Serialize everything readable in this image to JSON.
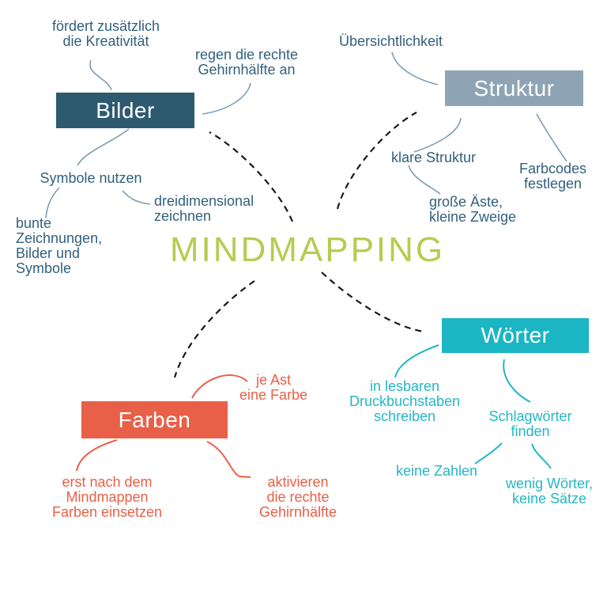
{
  "title": {
    "text": "MINDMAPPING",
    "color": "#b4cd50"
  },
  "arrow_color": "#1a1a1a",
  "branches": {
    "bilder": {
      "label": "Bilder",
      "colors": {
        "box": "#2e5a70",
        "label": "#ffffff",
        "text": "#31607e",
        "line": "#7e9cb1"
      },
      "notes": {
        "kreativitaet": "fördert zusätzlich\ndie Kreativität",
        "gehirnhaelfte": "regen die rechte\nGehirnhälfte an",
        "symbole": "Symbole nutzen",
        "bunte": "bunte\nZeichnungen,\nBilder und\nSymbole",
        "dreidimensional": "dreidimensional\nzeichnen"
      }
    },
    "struktur": {
      "label": "Struktur",
      "colors": {
        "box": "#8ea4b4",
        "label": "#ffffff",
        "text": "#31607e",
        "line": "#7e9cb1"
      },
      "notes": {
        "uebersichtlichkeit": "Übersichtlichkeit",
        "klare_struktur": "klare Struktur",
        "farbcodes": "Farbcodes\nfestlegen",
        "aeste": "große Äste,\nkleine Zweige"
      }
    },
    "farben": {
      "label": "Farben",
      "colors": {
        "box": "#e96048",
        "label": "#ffffff",
        "text": "#e96048",
        "line": "#e96048"
      },
      "notes": {
        "je_ast": "je Ast\neine Farbe",
        "erst_nach": "erst nach dem\nMindmappen\nFarben einsetzen",
        "aktivieren": "aktivieren\ndie rechte\nGehirnhälfte"
      }
    },
    "woerter": {
      "label": "Wörter",
      "colors": {
        "box": "#1cb5c3",
        "label": "#ffffff",
        "text": "#24b7c4",
        "line": "#24b7c4"
      },
      "notes": {
        "lesbar": "in lesbaren\nDruckbuchstaben\nschreiben",
        "schlagwoerter": "Schlagwörter\nfinden",
        "keine_zahlen": "keine Zahlen",
        "wenig_woerter": "wenig Wörter,\nkeine Sätze"
      }
    }
  }
}
